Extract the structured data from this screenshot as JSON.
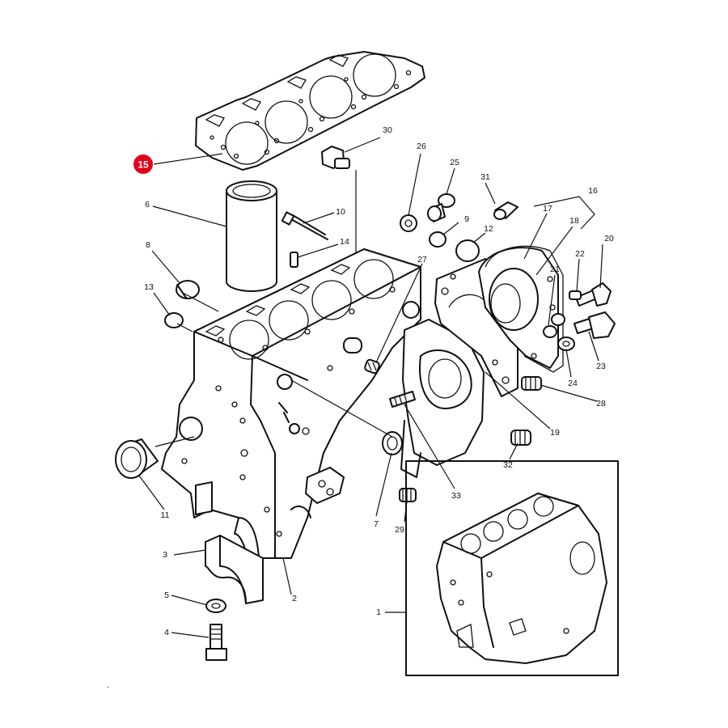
{
  "highlight": {
    "number": "15",
    "color": "#e3001b"
  },
  "callouts": [
    "1",
    "2",
    "3",
    "4",
    "5",
    "6",
    "7",
    "8",
    "9",
    "10",
    "11",
    "12",
    "13",
    "14",
    "16",
    "17",
    "18",
    "19",
    "20",
    "21",
    "22",
    "23",
    "24",
    "25",
    "26",
    "27",
    "28",
    "29",
    "30",
    "31",
    "32",
    "33"
  ]
}
